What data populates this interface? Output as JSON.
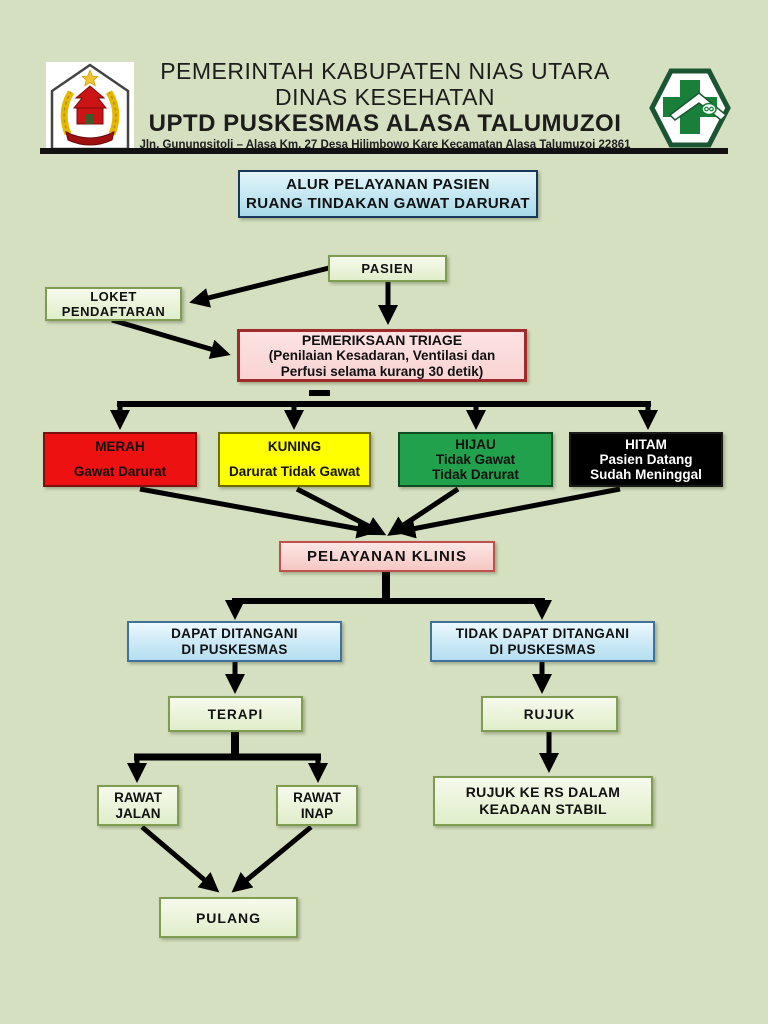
{
  "page": {
    "background_color": "#D5E0C1"
  },
  "header": {
    "line1": "PEMERINTAH KABUPATEN NIAS UTARA",
    "line2": "DINAS KESEHATAN",
    "line3": "UPTD PUSKESMAS ALASA TALUMUZOI",
    "address": "Jln. Gunungsitoli – Alasa Km. 27 Desa Hilimbowo Kare Kecamatan Alasa Talumuzoi 22861",
    "left_logo": "nias-utara-regency-seal",
    "right_logo": "puskesmas-health-center-logo"
  },
  "title_box": {
    "line1": "ALUR PELAYANAN PASIEN",
    "line2": "RUANG TINDAKAN GAWAT DARURAT",
    "background": "#C3E7F2"
  },
  "nodes": {
    "pasien": {
      "line1": "PASIEN"
    },
    "loket": {
      "line1": "LOKET",
      "line2": "PENDAFTARAN"
    },
    "triage": {
      "line1": "PEMERIKSAAN TRIAGE",
      "line2": "(Penilaian Kesadaran, Ventilasi dan",
      "line3": "Perfusi selama kurang 30 detik)",
      "background": "#F9D4D4"
    },
    "merah": {
      "line1": "MERAH",
      "line2": "Gawat Darurat",
      "color": "#EE1111"
    },
    "kuning": {
      "line1": "KUNING",
      "line2": "Darurat Tidak Gawat",
      "color": "#FFFF00"
    },
    "hijau": {
      "line1": "HIJAU",
      "line2": "Tidak Gawat",
      "line3": "Tidak Darurat",
      "color": "#21A14B"
    },
    "hitam": {
      "line1": "HITAM",
      "line2": "Pasien Datang",
      "line3": "Sudah Meninggal",
      "color": "#000000"
    },
    "klinis": {
      "line1": "PELAYANAN KLINIS",
      "background": "#F6C8C4"
    },
    "dapat": {
      "line1": "DAPAT DITANGANI",
      "line2": "DI PUSKESMAS",
      "background": "#CBE9F6"
    },
    "tidak_dapat": {
      "line1": "TIDAK DAPAT DITANGANI",
      "line2": "DI PUSKESMAS",
      "background": "#CBE9F6"
    },
    "terapi": {
      "line1": "TERAPI"
    },
    "rujuk": {
      "line1": "RUJUK"
    },
    "rawat_jalan": {
      "line1": "RAWAT",
      "line2": "JALAN"
    },
    "rawat_inap": {
      "line1": "RAWAT",
      "line2": "INAP"
    },
    "rujuk_rs": {
      "line1": "RUJUK KE RS DALAM",
      "line2": "KEADAAN STABIL"
    },
    "pulang": {
      "line1": "PULANG"
    }
  },
  "colors": {
    "page_background": "#D5E0C1",
    "green_node_fill": "#EAF3D9",
    "green_node_border": "#7E9D51",
    "blue_node_border": "#41719C",
    "triage_border": "#A02B2B",
    "connector": "#000000"
  }
}
